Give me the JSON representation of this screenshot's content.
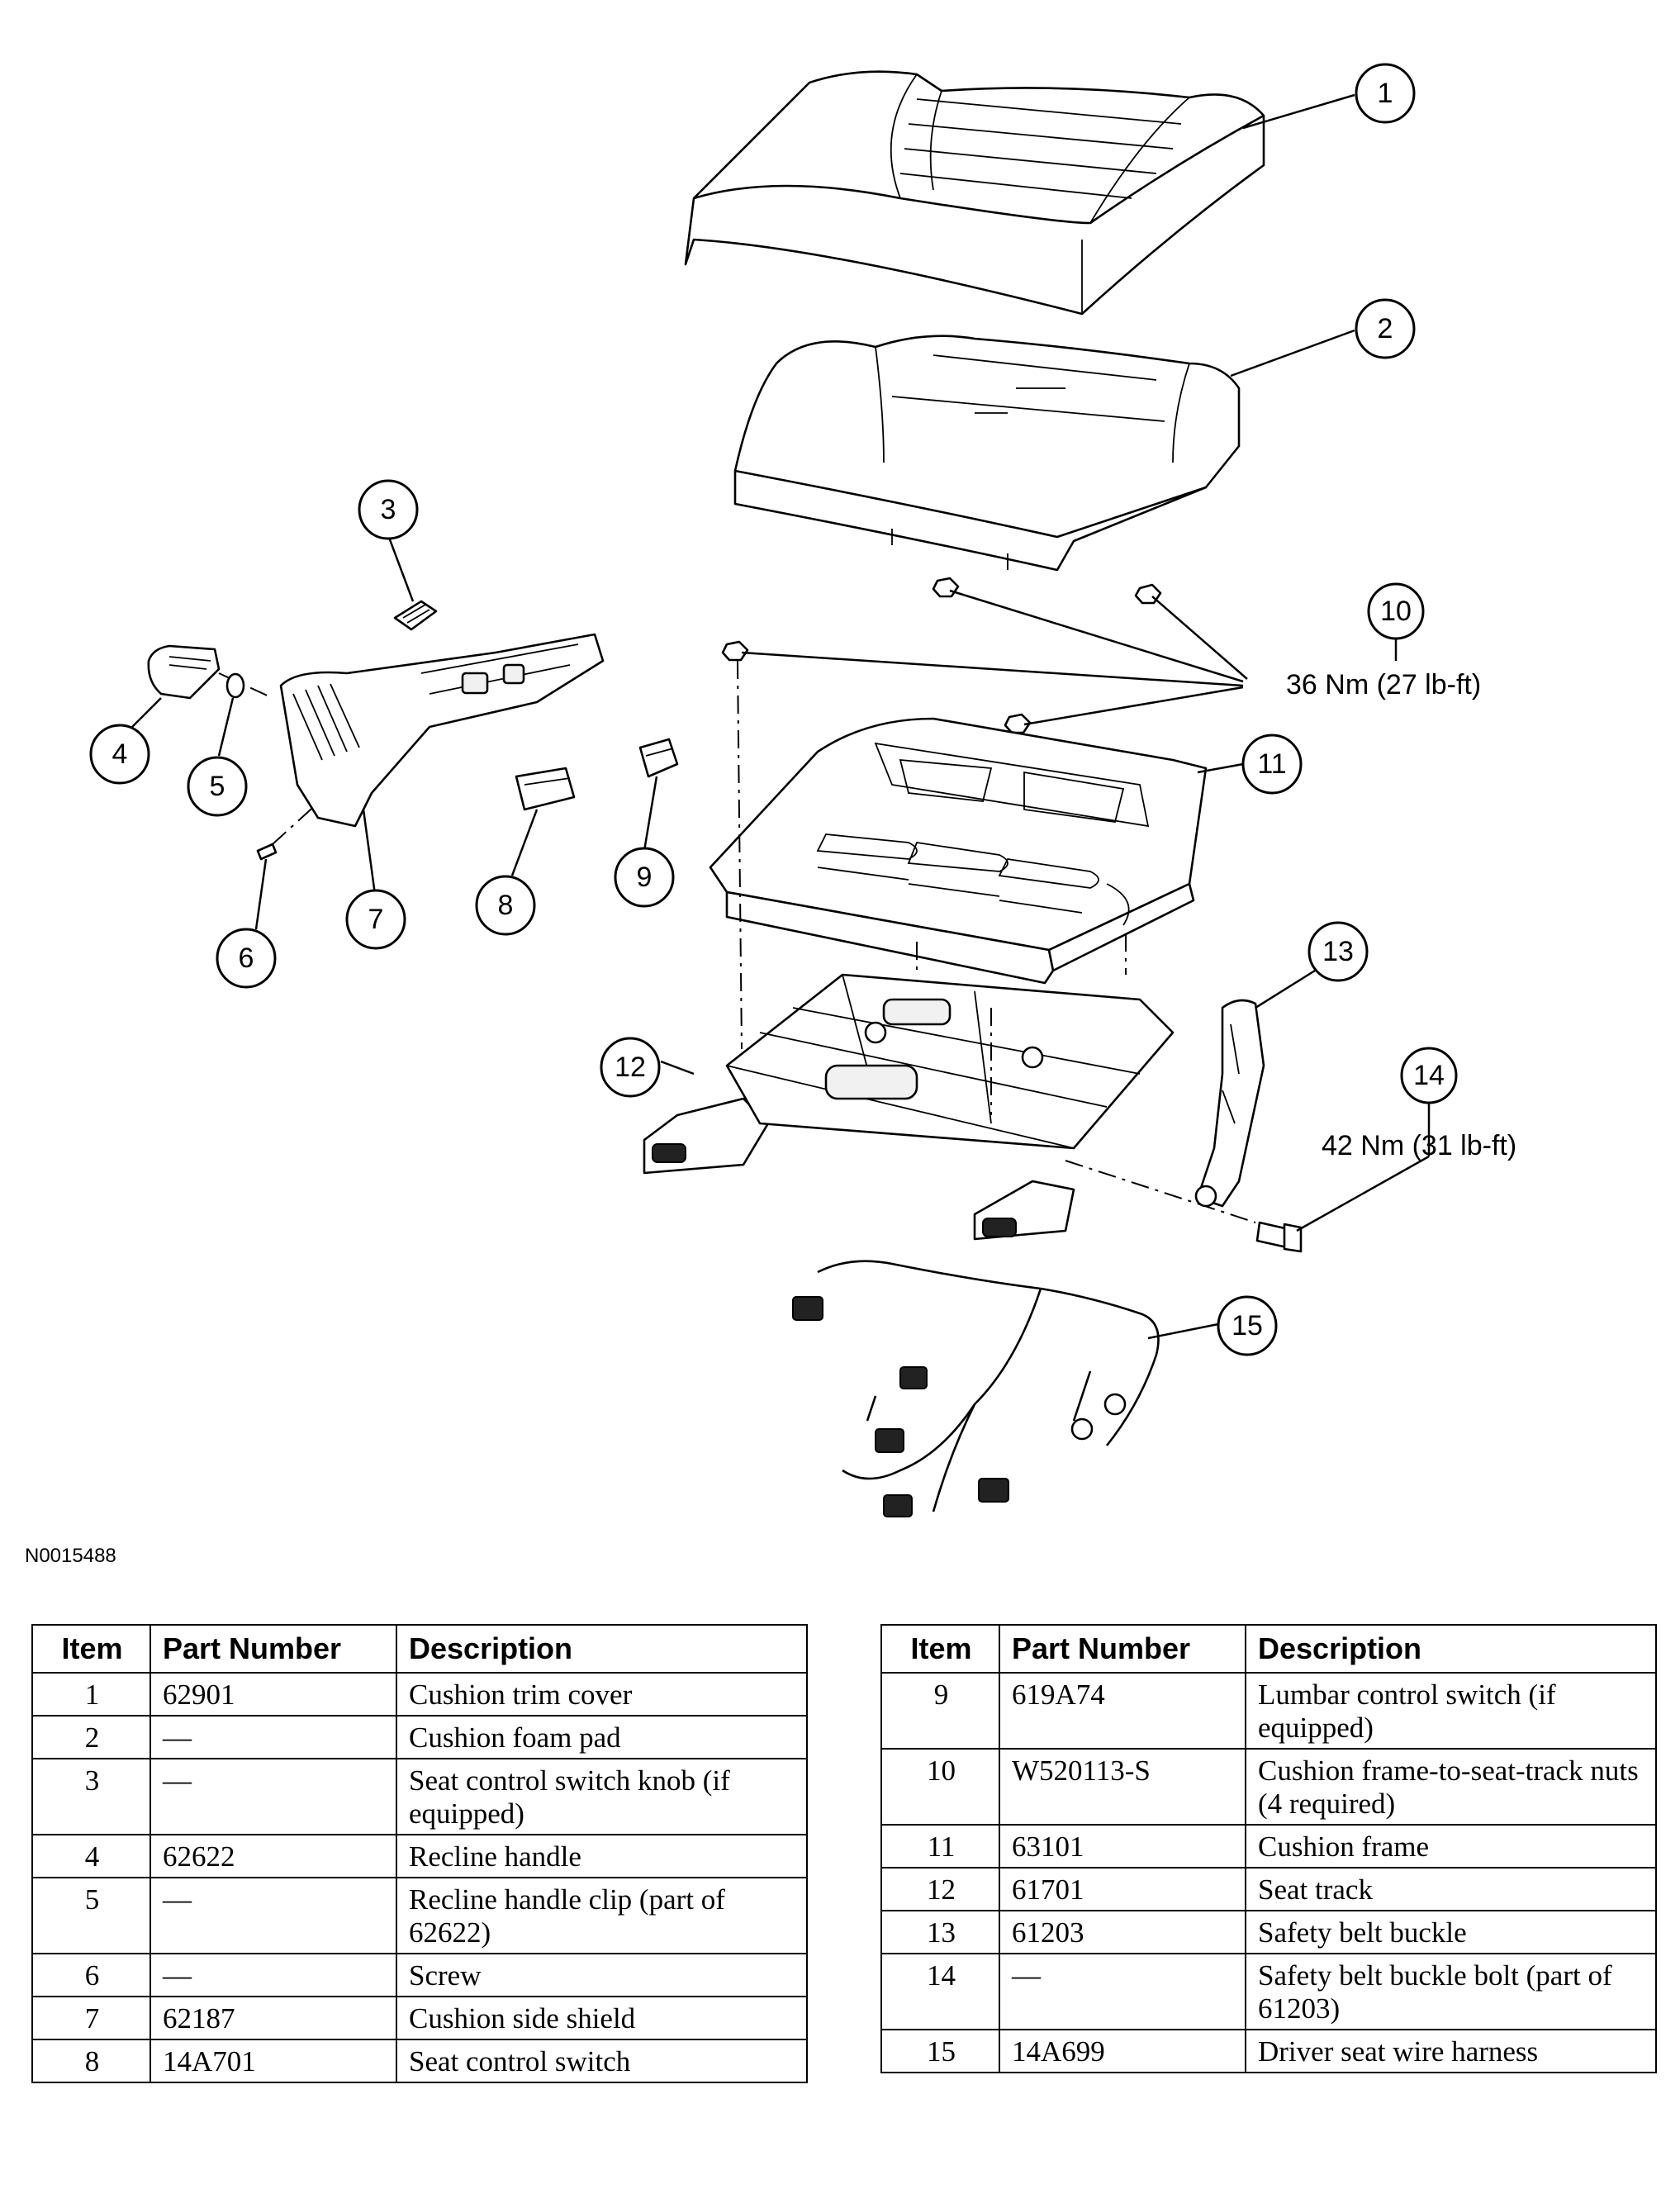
{
  "figure_id": "N0015488",
  "callouts": [
    "1",
    "2",
    "3",
    "4",
    "5",
    "6",
    "7",
    "8",
    "9",
    "10",
    "11",
    "12",
    "13",
    "14",
    "15"
  ],
  "torque_labels": {
    "item10": "36 Nm (27 lb-ft)",
    "item14": "42 Nm (31 lb-ft)"
  },
  "table_headers": {
    "item": "Item",
    "part_number": "Part Number",
    "description": "Description"
  },
  "parts_left": [
    {
      "item": "1",
      "part": "62901",
      "desc": "Cushion trim cover"
    },
    {
      "item": "2",
      "part": "—",
      "desc": "Cushion foam pad"
    },
    {
      "item": "3",
      "part": "—",
      "desc": "Seat control switch knob (if equipped)"
    },
    {
      "item": "4",
      "part": "62622",
      "desc": "Recline handle"
    },
    {
      "item": "5",
      "part": "—",
      "desc": "Recline handle clip (part of 62622)"
    },
    {
      "item": "6",
      "part": "—",
      "desc": "Screw"
    },
    {
      "item": "7",
      "part": "62187",
      "desc": "Cushion side shield"
    },
    {
      "item": "8",
      "part": "14A701",
      "desc": "Seat control switch"
    }
  ],
  "parts_right": [
    {
      "item": "9",
      "part": "619A74",
      "desc": "Lumbar control switch (if equipped)"
    },
    {
      "item": "10",
      "part": "W520113-S",
      "desc": "Cushion frame-to-seat-track nuts (4 required)"
    },
    {
      "item": "11",
      "part": "63101",
      "desc": "Cushion frame"
    },
    {
      "item": "12",
      "part": "61701",
      "desc": "Seat track"
    },
    {
      "item": "13",
      "part": "61203",
      "desc": "Safety belt buckle"
    },
    {
      "item": "14",
      "part": "—",
      "desc": "Safety belt buckle bolt (part of 61203)"
    },
    {
      "item": "15",
      "part": "14A699",
      "desc": "Driver seat wire harness"
    }
  ]
}
